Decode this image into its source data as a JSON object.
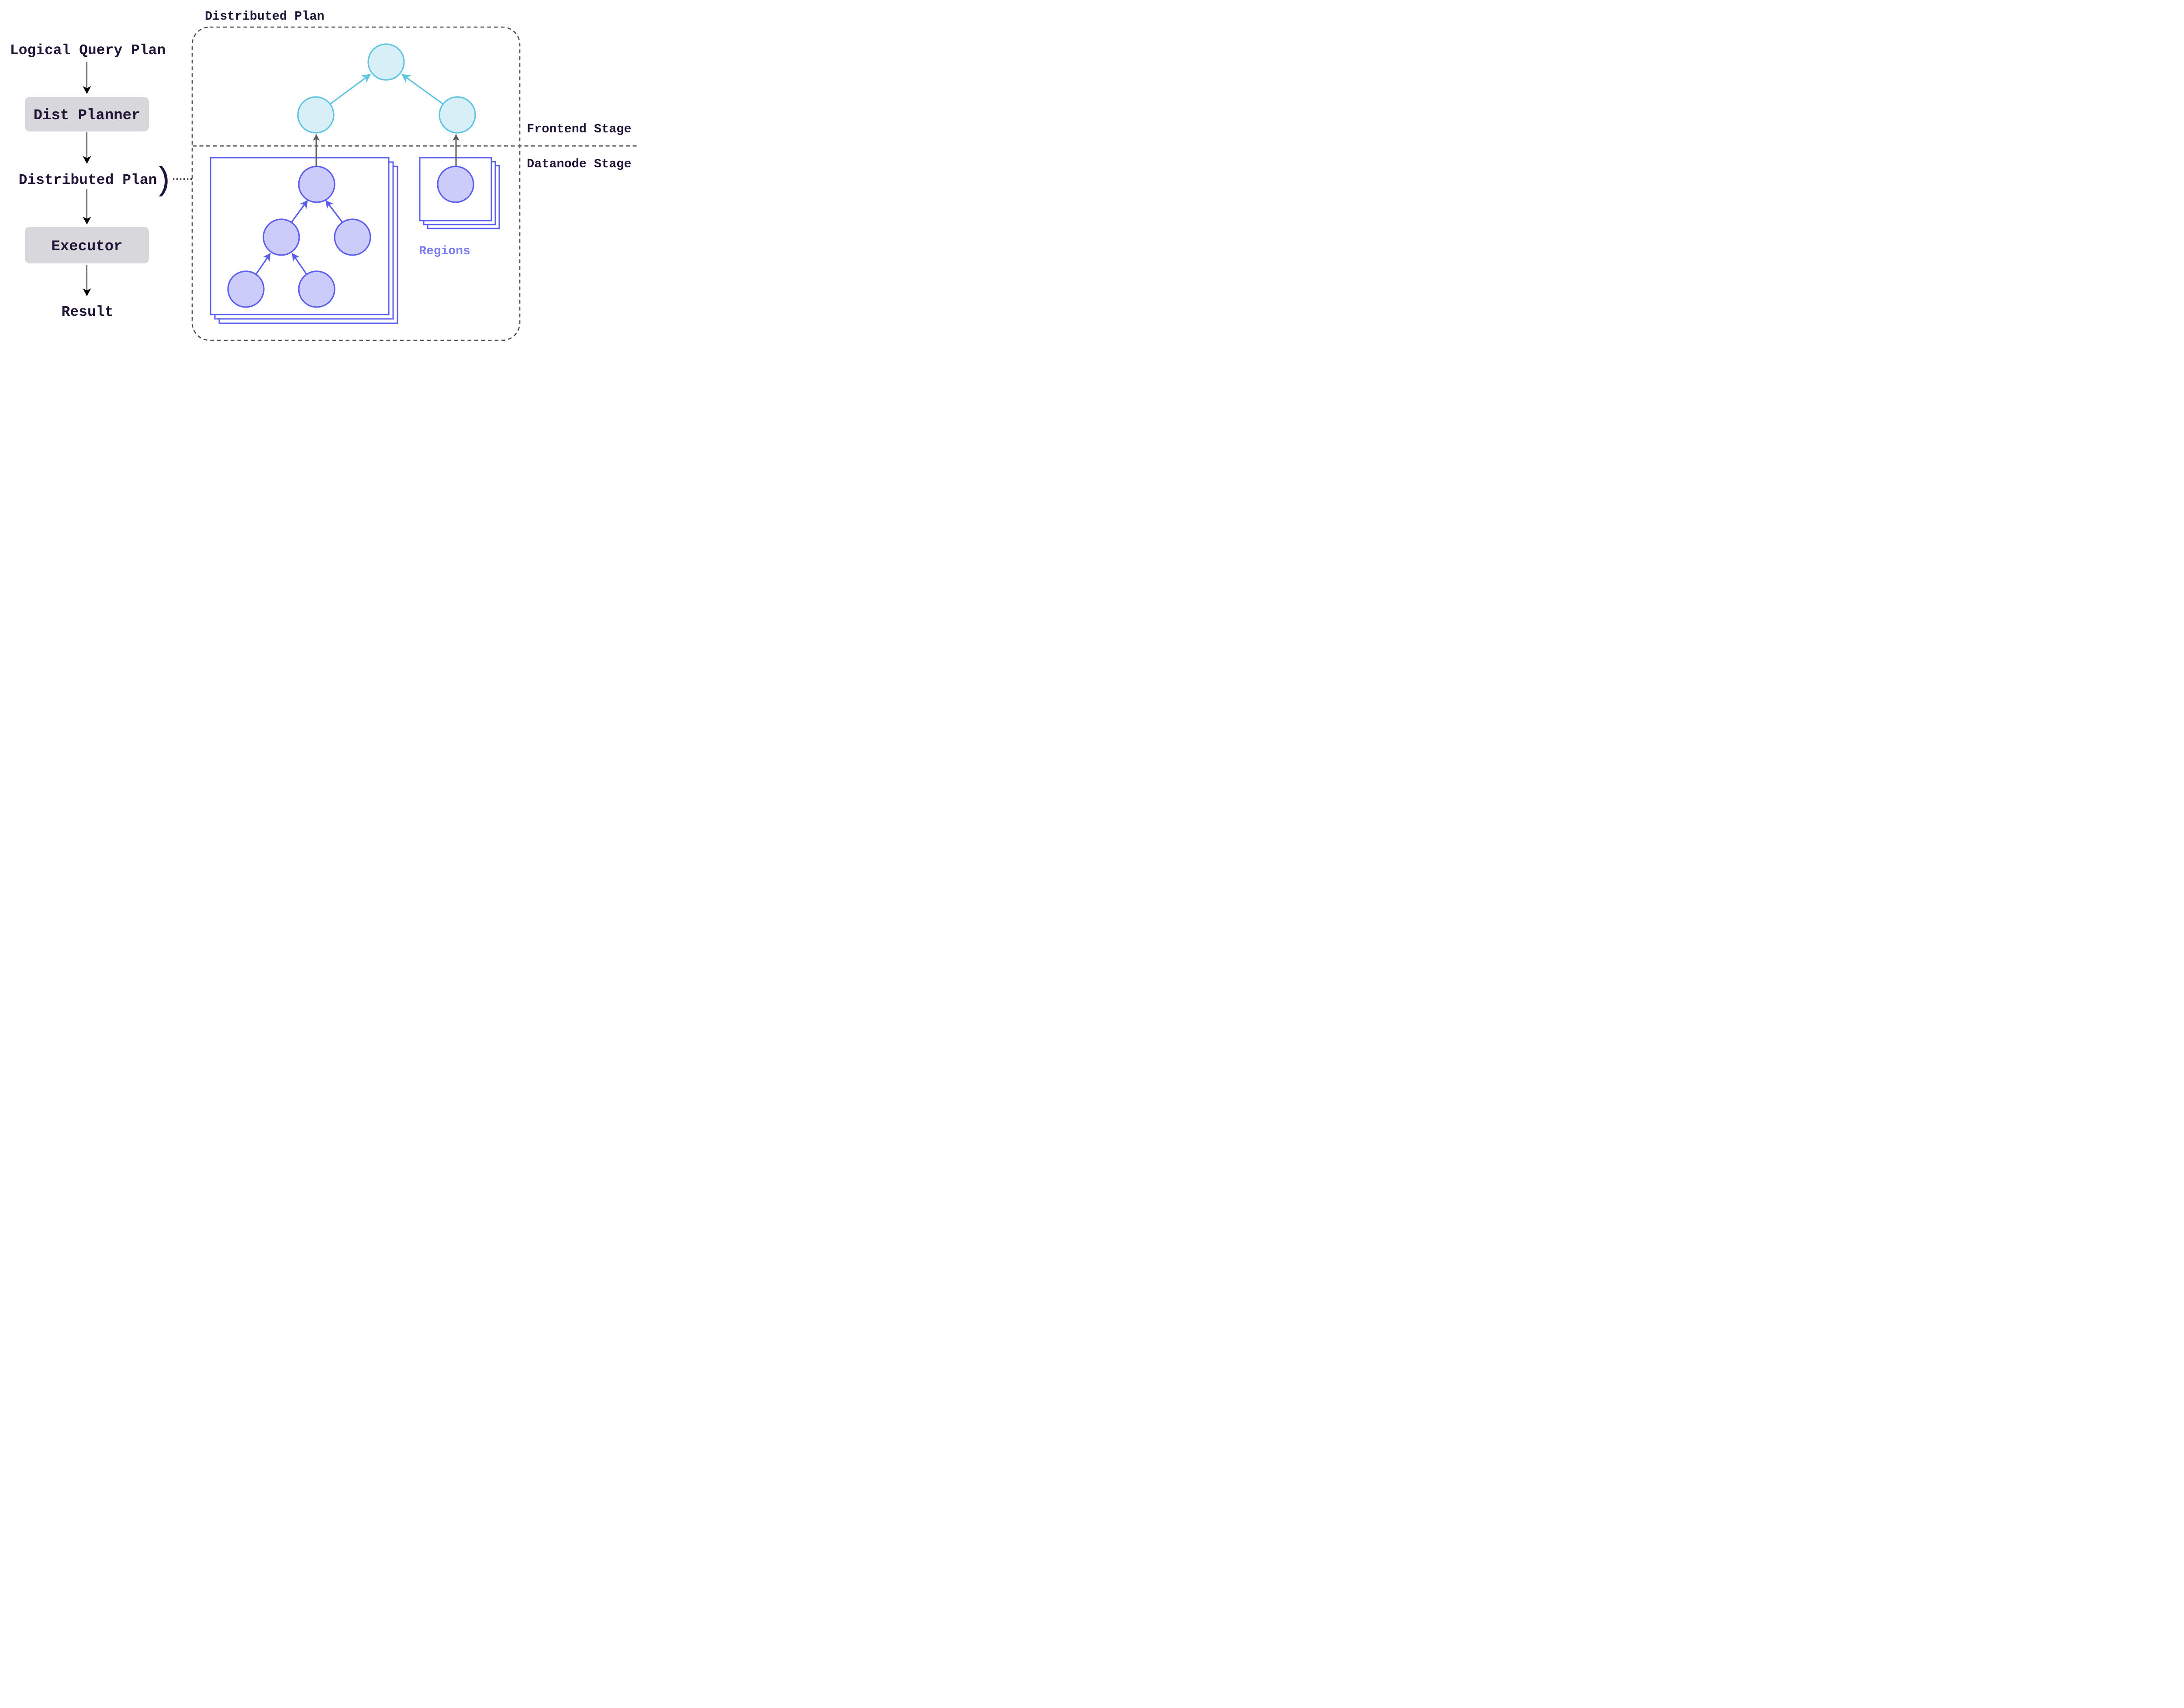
{
  "left_flow": {
    "logical_query_plan": "Logical Query Plan",
    "dist_planner": "Dist Planner",
    "distributed_plan": "Distributed Plan",
    "brace": ")",
    "executor": "Executor",
    "result": "Result"
  },
  "panel": {
    "title": "Distributed Plan",
    "frontend_stage": "Frontend Stage",
    "datanode_stage": "Datanode Stage",
    "regions": "Regions"
  },
  "colors": {
    "text_dark": "#201437",
    "box_gray": "#d8d8dc",
    "purple_stroke": "#5b5ef0",
    "purple_fill": "#ccccfa",
    "purple_text": "#7a7df5",
    "cyan_stroke": "#5fc5e0",
    "cyan_fill": "#d9eff7",
    "gray_arrow": "#5a5a5a",
    "dashed_border": "#4a4a4a",
    "black_arrow": "#000000"
  }
}
